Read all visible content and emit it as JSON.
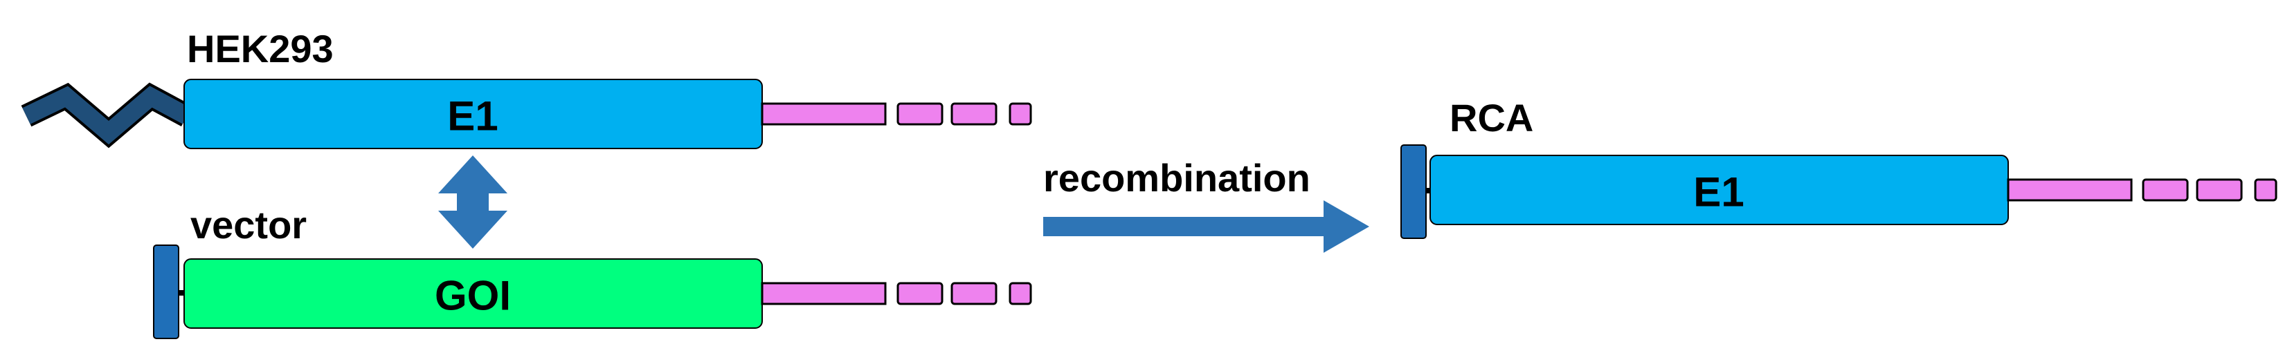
{
  "labels": {
    "cell_line": "HEK293",
    "vector": "vector",
    "process": "recombination",
    "result": "RCA"
  },
  "boxes": {
    "top_gene": "E1",
    "bottom_gene": "GOI",
    "result_gene": "E1"
  },
  "colors": {
    "e1_fill": "#00b0f0",
    "goi_fill": "#00ff7f",
    "tail_fill": "#ee82ee",
    "anchor_fill": "#1f6fb8",
    "chromosome_fill": "#1f4e79",
    "arrow_fill": "#2e75b6",
    "outline": "#000000"
  },
  "icons": {
    "chromosome": "zigzag-chromosome-icon",
    "vector_anchor": "vertical-bar-icon",
    "interaction": "double-arrow-icon",
    "process": "right-arrow-icon"
  }
}
